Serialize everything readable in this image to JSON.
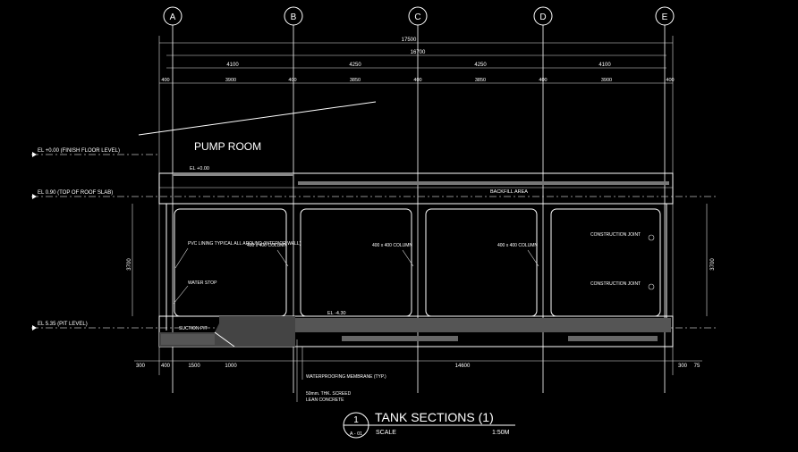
{
  "grid_labels": [
    "A",
    "B",
    "C",
    "D",
    "E"
  ],
  "dims": {
    "overall_1": "17500",
    "overall_2": "16700",
    "bays": [
      "4100",
      "4250",
      "4250",
      "4100"
    ],
    "sub": [
      "400",
      "3900",
      "400",
      "3850",
      "400",
      "3850",
      "400",
      "3900",
      "400"
    ],
    "bottom": [
      "300",
      "400",
      "1500",
      "1000",
      "14600",
      "300",
      "75"
    ],
    "right_h": [
      "3700"
    ],
    "left_h": [
      "3700"
    ]
  },
  "room_label": "PUMP ROOM",
  "levels": {
    "finish_floor": "EL +0.00 (FINISH FLOOR LEVEL)",
    "roof_slab": "EL 0.90 (TOP OF ROOF SLAB)",
    "pit": "EL 5.35 (PIT LEVEL)",
    "el_000": "EL +0.00",
    "el_430": "EL -4.30"
  },
  "notes": {
    "pvc_lining": "PVC LINING TYPICAL ALL AROUND (INTERIOR WALL)",
    "water_stop": "WATER STOP",
    "column": "400 x 400 COLUMN",
    "backfill": "BACKFILL AREA",
    "construction_joint": "CONSTRUCTION JOINT",
    "waterproofing": "WATERPROOFING MEMBRANE (TYP.)",
    "screed": "50mm. THK. SCREED",
    "lean_concrete": "LEAN CONCRETE",
    "suction_pit": "SUCTION PIT"
  },
  "title": {
    "number": "1",
    "sheet": "A - 01",
    "name": "TANK SECTIONS (1)",
    "scale_label": "SCALE",
    "scale_value": "1:50M"
  },
  "colors": {
    "background": "#000000",
    "lines": "#ffffff"
  }
}
